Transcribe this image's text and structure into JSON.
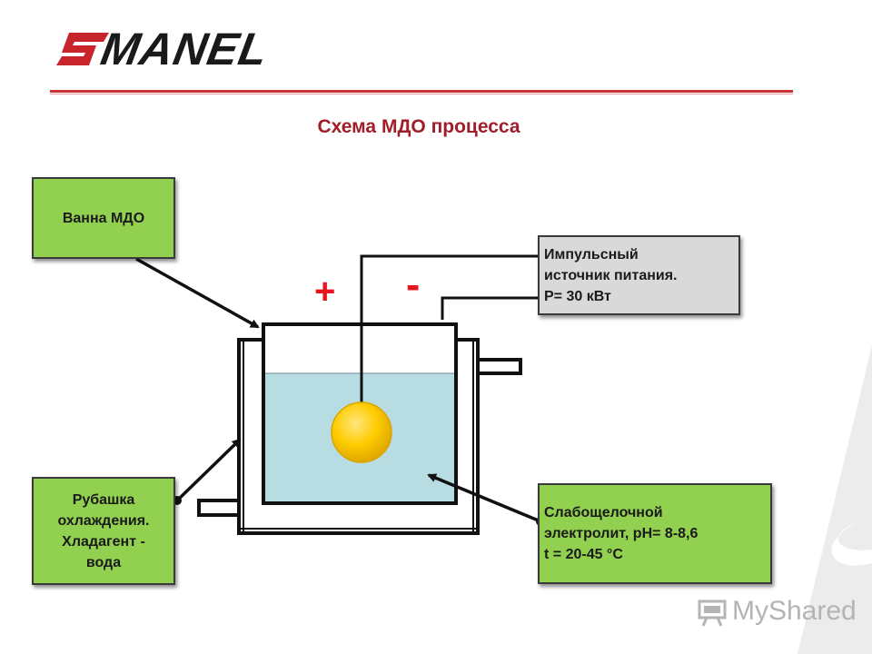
{
  "logo": {
    "text": "MANEL",
    "brand_color": "#c8242c"
  },
  "title": "Схема МДО процесса",
  "boxes": {
    "bath": {
      "lines": [
        "Ванна МДО"
      ]
    },
    "power": {
      "lines": [
        "Импульсный",
        "источник питания.",
        "P= 30 кВт"
      ]
    },
    "jacket": {
      "lines": [
        "Рубашка",
        "охлаждения.",
        "Хладагент -",
        "вода"
      ]
    },
    "electrolyte": {
      "lines": [
        "Слабощелочной",
        "электролит, pH= 8-8,6",
        "t = 20-45 °C"
      ]
    }
  },
  "polarity": {
    "plus": "+",
    "minus": "-"
  },
  "watermark": {
    "text": "MyShared",
    "icon": "presentation-board-icon"
  },
  "colors": {
    "label_green": "#92d050",
    "label_gray": "#d9d9d9",
    "electrolyte": "#b7dde3",
    "electrode": "#ffcc00",
    "polarity": "#e8141e",
    "title": "#a01e2a"
  }
}
